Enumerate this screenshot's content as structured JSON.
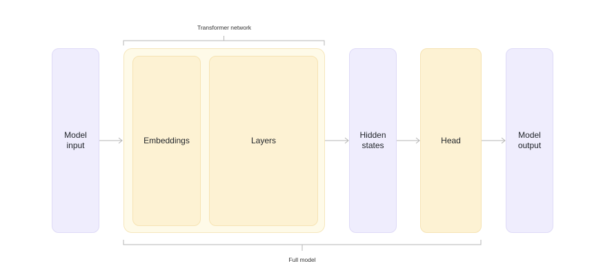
{
  "boxes": {
    "model_input": "Model\ninput",
    "embeddings": "Embeddings",
    "layers": "Layers",
    "hidden_states": "Hidden\nstates",
    "head": "Head",
    "model_output": "Model\noutput"
  },
  "labels": {
    "transformer_network": "Transformer network",
    "full_model": "Full model"
  },
  "colors": {
    "purple_fill": "#efedfd",
    "yellow_fill": "#fdf2d3",
    "outer_fill": "#fefae8",
    "line": "#b5b5b5"
  }
}
